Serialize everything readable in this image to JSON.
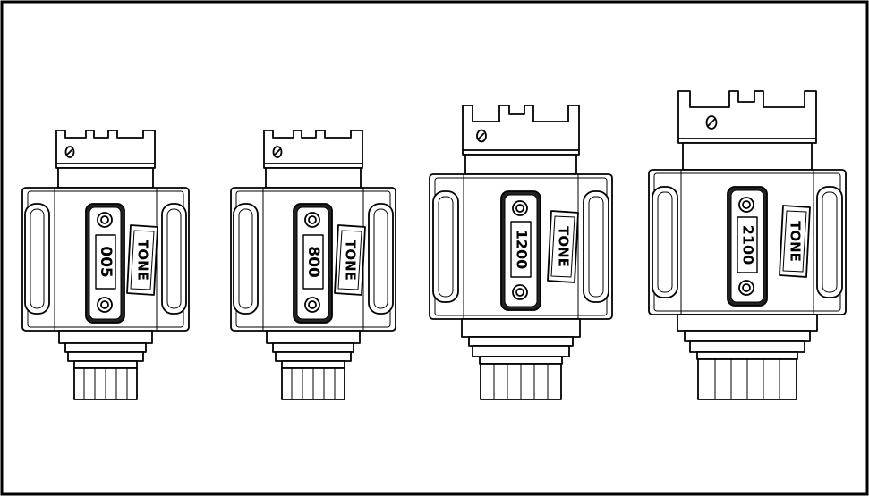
{
  "figure": {
    "border_color": "#000000",
    "line_color": "#000000",
    "fill_color": "#ffffff",
    "display_color": "#1a1a1a",
    "models": [
      {
        "id": "model-500",
        "brand_label": "TONE",
        "display_value": "005"
      },
      {
        "id": "model-800",
        "brand_label": "TONE",
        "display_value": "800"
      },
      {
        "id": "model-1200",
        "brand_label": "TONE",
        "display_value": "1200"
      },
      {
        "id": "model-2100",
        "brand_label": "TONE",
        "display_value": "2100"
      }
    ]
  }
}
